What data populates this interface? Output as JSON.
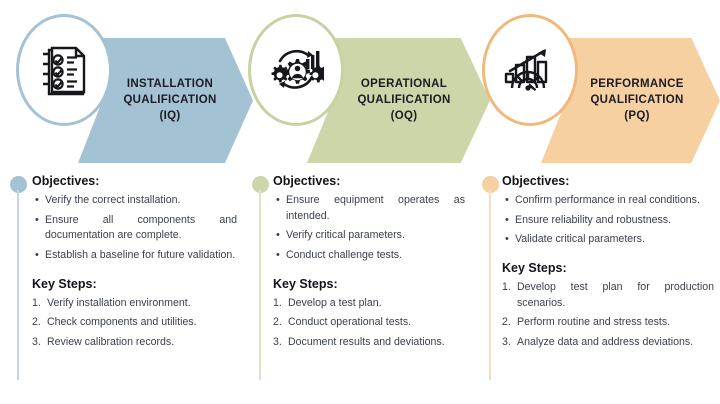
{
  "colors": {
    "iq_fill": "#a3c2d4",
    "oq_fill": "#ccd6a8",
    "pq_fill": "#f7d0a1",
    "iq_ring": "#a3c2d4",
    "oq_ring": "#c6d2a2",
    "pq_ring": "#f0b87a",
    "text": "#3a3f4b",
    "heading": "#13131a"
  },
  "stages": [
    {
      "id": "iq",
      "icon": "checklist-document-icon",
      "title_line1": "INSTALLATION",
      "title_line2": "QUALIFICATION",
      "title_line3": "(IQ)"
    },
    {
      "id": "oq",
      "icon": "gears-process-cycle-icon",
      "title_line1": "OPERATIONAL",
      "title_line2": "QUALIFICATION",
      "title_line3": "(OQ)"
    },
    {
      "id": "pq",
      "icon": "bar-chart-gauge-growth-icon",
      "title_line1": "PERFORMANCE",
      "title_line2": "QUALIFICATION",
      "title_line3": "(PQ)"
    }
  ],
  "columns": [
    {
      "id": "iq-details",
      "objectives_title": "Objectives:",
      "objectives": [
        "Verify the correct installation.",
        "Ensure all components and documentation are complete.",
        "Establish a baseline for future validation."
      ],
      "steps_title": "Key Steps:",
      "steps": [
        "Verify installation environment.",
        "Check components and utilities.",
        "Review calibration records."
      ]
    },
    {
      "id": "oq-details",
      "objectives_title": "Objectives:",
      "objectives": [
        "Ensure equipment operates as intended.",
        "Verify critical parameters.",
        "Conduct challenge tests."
      ],
      "steps_title": "Key Steps:",
      "steps": [
        "Develop a test plan.",
        "Conduct operational tests.",
        "Document results and deviations."
      ]
    },
    {
      "id": "pq-details",
      "objectives_title": "Objectives:",
      "objectives": [
        "Confirm performance in real conditions.",
        "Ensure reliability and robustness.",
        "Validate critical parameters."
      ],
      "steps_title": "Key Steps:",
      "steps": [
        "Develop test plan for production scenarios.",
        "Perform routine and stress tests.",
        "Analyze data and address deviations."
      ]
    }
  ]
}
